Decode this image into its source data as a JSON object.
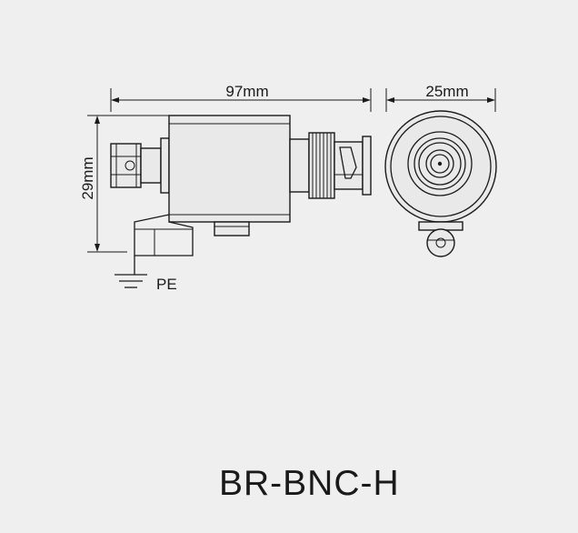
{
  "dimensions": {
    "length": "97mm",
    "height": "29mm",
    "diameter": "25mm"
  },
  "ground_label": "PE",
  "model": "BR-BNC-H"
}
